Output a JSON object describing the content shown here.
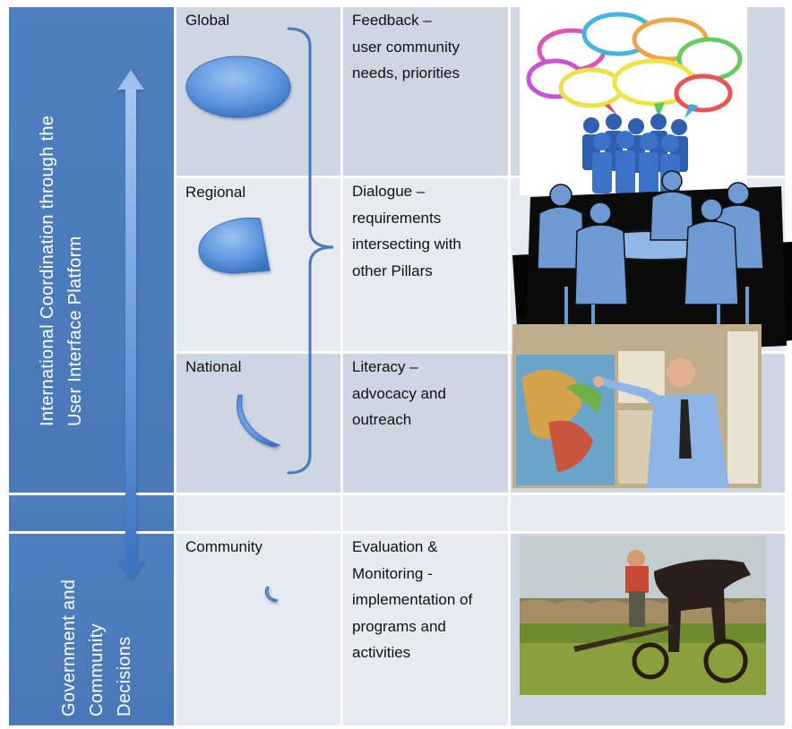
{
  "left_column": {
    "top_label_line1": "International Coordination through the",
    "top_label_line2": "User Interface Platform",
    "bottom_label_line1": "Government and",
    "bottom_label_line2": "Community",
    "bottom_label_line3": "Decisions"
  },
  "rows": [
    {
      "level": "Global",
      "desc_lines": [
        "Feedback –",
        "user community",
        "needs, priorities"
      ]
    },
    {
      "level": "Regional",
      "desc_lines": [
        "Dialogue –",
        "requirements",
        "intersecting with",
        "other Pillars"
      ]
    },
    {
      "level": "National",
      "desc_lines": [
        "Literacy –",
        "advocacy and",
        "outreach"
      ]
    },
    {
      "level": "Community",
      "desc_lines": [
        "Evaluation &",
        "Monitoring  -",
        "implementation of",
        "programs and",
        "activities"
      ]
    }
  ],
  "colors": {
    "blue_dark": "#4a78b8",
    "cell_shade": "#cfd6e3",
    "cell_light": "#e7eaf1",
    "shape_blue": "#5b95dd",
    "bracket": "#4a78b8"
  },
  "icons": {
    "arrow": "double-headed-arrow-icon",
    "bracket": "curly-brace-icon",
    "photo_1": "speech-bubbles-crowd-image",
    "photo_2": "meeting-table-image",
    "photo_3": "teacher-map-image",
    "photo_4": "farmer-mule-image"
  }
}
